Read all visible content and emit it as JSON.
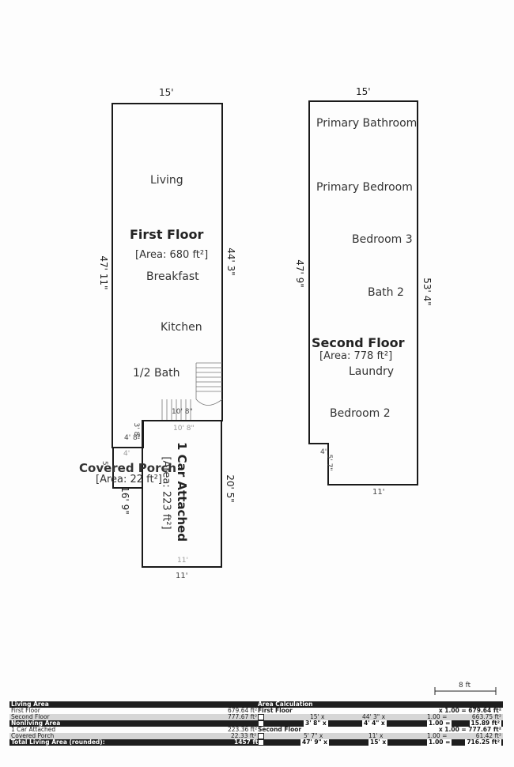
{
  "dimensions": {
    "first_top": "15'",
    "second_top": "15'",
    "first_left": "47' 11\"",
    "first_right": "44' 3\"",
    "second_left": "47' 9\"",
    "second_right": "53' 4\"",
    "second_bottom": "11'",
    "second_notch_w": "4'",
    "second_notch_h": "5' 7\"",
    "garage_right": "20' 5\"",
    "garage_bottom": "11'",
    "garage_bottom_inner": "11'",
    "garage_top_inner": "10' 8\"",
    "stair_width": "10' 8\"",
    "porch_w": "4' 8\"",
    "porch_h_small": "3' 8\"",
    "porch_left": "5'",
    "porch_side": "16' 9\"",
    "porch_inner": "4'"
  },
  "first_floor": {
    "title": "First Floor",
    "area": "[Area: 680 ft²]",
    "rooms": [
      "Living",
      "Breakfast",
      "Kitchen",
      "1/2 Bath"
    ]
  },
  "second_floor": {
    "title": "Second Floor",
    "area": "[Area: 778 ft²]",
    "rooms": [
      "Primary Bathroom",
      "Primary Bedroom",
      "Bedroom 3",
      "Bath 2",
      "Laundry",
      "Bedroom 2"
    ]
  },
  "garage": {
    "title": "1 Car Attached",
    "area": "[Area: 223 ft²]"
  },
  "porch": {
    "title": "Covered Porch",
    "area": "[Area: 22 ft²]"
  },
  "scale": {
    "label": "8 ft"
  },
  "table": {
    "living_header": "Living Area",
    "calc_header": "Area Calculation",
    "first_floor_label": "First Floor",
    "first_floor_value": "679.64 ft²",
    "second_floor_label": "Second Floor",
    "second_floor_value": "777.67 ft²",
    "nonliving_header": "Nonliving Area",
    "garage_label": "1 Car Attached",
    "garage_value": "223.36 ft²",
    "porch_label": "Covered Porch",
    "porch_value": "22.33 ft²",
    "total_label": "Total Living Area (rounded):",
    "total_value": "1457 ft²",
    "calc_first_floor": "First Floor",
    "calc_first_total": "x 1.00 = 679.64 ft²",
    "calc_r1_a": "15' x",
    "calc_r1_b": "44' 3\" x",
    "calc_r1_c": "1.00 =",
    "calc_r1_d": "663.75 ft²",
    "calc_r2_a": "3' 8\" x",
    "calc_r2_b": "4' 4\" x",
    "calc_r2_c": "1.00 =",
    "calc_r2_d": "15.89 ft²",
    "calc_second_floor": "Second Floor",
    "calc_second_total": "x 1.00 = 777.67 ft²",
    "calc_r3_a": "5' 7\" x",
    "calc_r3_b": "11' x",
    "calc_r3_c": "1.00 =",
    "calc_r3_d": "61.42 ft²",
    "calc_r4_a": "47' 9\" x",
    "calc_r4_b": "15' x",
    "calc_r4_c": "1.00 =",
    "calc_r4_d": "716.25 ft²"
  }
}
